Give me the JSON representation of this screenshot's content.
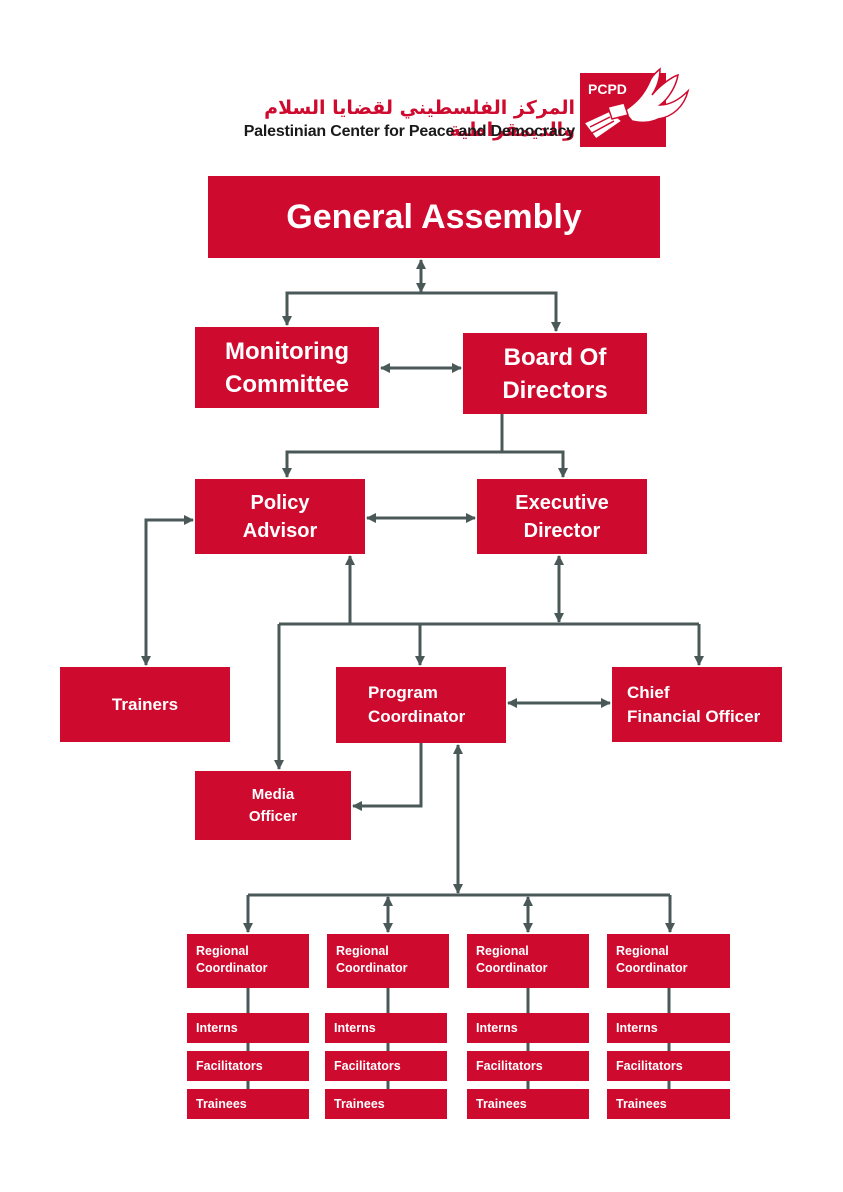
{
  "logo": {
    "acronym": "PCPD",
    "name_arabic": "المركز الفلسطيني لقضايا السلام والديمقراطية",
    "name_english": "Palestinian Center for Peace and Democracy",
    "icon": "dove-ballot-box-icon"
  },
  "colors": {
    "box_fill": "#CE0A2E",
    "box_text": "#FFFFFF",
    "connector": "#4A5858"
  },
  "nodes": {
    "general_assembly": "General Assembly",
    "monitoring_committee": "Monitoring\nCommittee",
    "board_of_directors": "Board Of\nDirectors",
    "policy_advisor": "Policy\nAdvisor",
    "executive_director": "Executive\nDirector",
    "trainers": "Trainers",
    "program_coordinator": "Program\nCoordinator",
    "chief_financial_officer": "Chief\nFinancial Officer",
    "media_officer": "Media\nOfficer"
  },
  "regions": [
    {
      "coordinator": "Regional\nCoordinator",
      "interns": "Interns",
      "facilitators": "Facilitators",
      "trainees": "Trainees"
    },
    {
      "coordinator": "Regional\nCoordinator",
      "interns": "Interns",
      "facilitators": "Facilitators",
      "trainees": "Trainees"
    },
    {
      "coordinator": "Regional\nCoordinator",
      "interns": "Interns",
      "facilitators": "Facilitators",
      "trainees": "Trainees"
    },
    {
      "coordinator": "Regional\nCoordinator",
      "interns": "Interns",
      "facilitators": "Facilitators",
      "trainees": "Trainees"
    }
  ],
  "relations": [
    {
      "from": "general_assembly",
      "to": "monitoring_committee",
      "type": "bidirectional-trunk"
    },
    {
      "from": "general_assembly",
      "to": "board_of_directors",
      "type": "bidirectional-trunk"
    },
    {
      "from": "monitoring_committee",
      "to": "board_of_directors",
      "type": "bidirectional"
    },
    {
      "from": "board_of_directors",
      "to": "policy_advisor",
      "type": "directed"
    },
    {
      "from": "board_of_directors",
      "to": "executive_director",
      "type": "directed"
    },
    {
      "from": "policy_advisor",
      "to": "executive_director",
      "type": "bidirectional"
    },
    {
      "from": "policy_advisor",
      "to": "trainers",
      "type": "bidirectional"
    },
    {
      "from": "executive_director",
      "to": "program_coordinator",
      "type": "directed"
    },
    {
      "from": "executive_director",
      "to": "chief_financial_officer",
      "type": "directed"
    },
    {
      "from": "executive_director",
      "to": "media_officer",
      "type": "directed"
    },
    {
      "from": "executive_director",
      "to": "policy_advisor",
      "type": "directed"
    },
    {
      "from": "program_coordinator",
      "to": "chief_financial_officer",
      "type": "bidirectional"
    },
    {
      "from": "program_coordinator",
      "to": "media_officer",
      "type": "directed"
    },
    {
      "from": "program_coordinator",
      "to": "regional_coordinators",
      "type": "bidirectional"
    }
  ]
}
